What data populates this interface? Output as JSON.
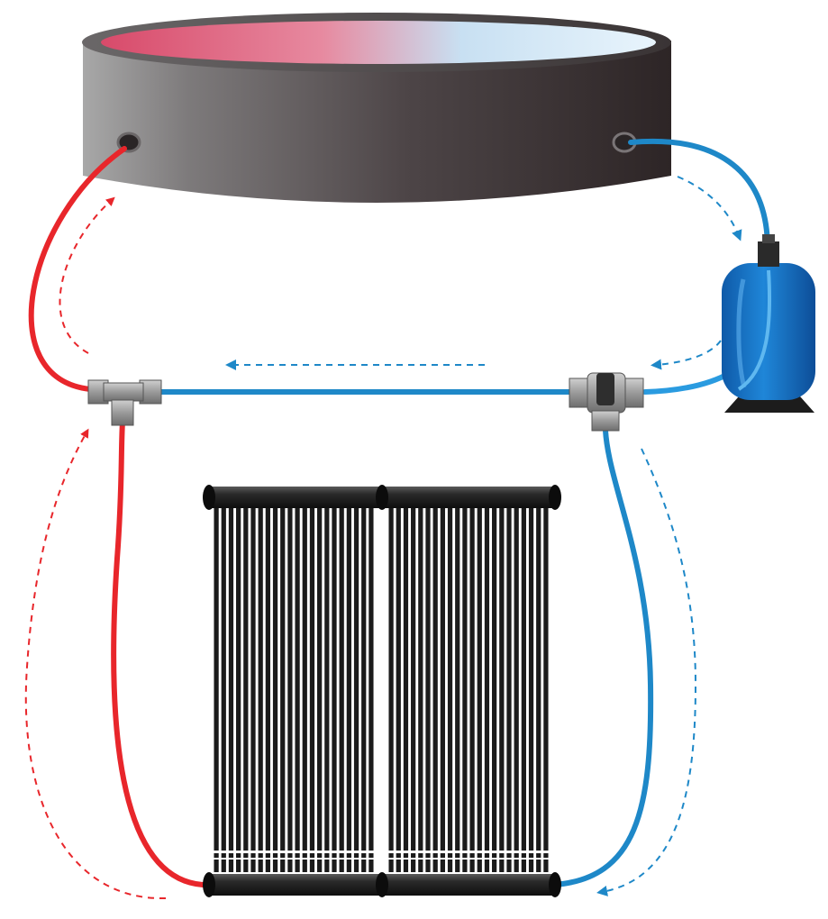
{
  "diagram": {
    "components": [
      {
        "id": "pool",
        "label": ""
      },
      {
        "id": "filter-pump",
        "label": ""
      },
      {
        "id": "three-way-valve",
        "label": ""
      },
      {
        "id": "tee-fitting",
        "label": ""
      },
      {
        "id": "solar-panel-left",
        "label": ""
      },
      {
        "id": "solar-panel-right",
        "label": ""
      }
    ],
    "flows": [
      {
        "from": "pool",
        "to": "filter-pump",
        "kind": "cold"
      },
      {
        "from": "filter-pump",
        "to": "three-way-valve",
        "kind": "cold"
      },
      {
        "from": "three-way-valve",
        "to": "tee-fitting",
        "kind": "cold-bypass"
      },
      {
        "from": "three-way-valve",
        "to": "solar-panel-right",
        "kind": "cold"
      },
      {
        "from": "solar-panel-left",
        "to": "tee-fitting",
        "kind": "hot"
      },
      {
        "from": "tee-fitting",
        "to": "pool",
        "kind": "hot"
      }
    ],
    "panel": {
      "tube_count": 22
    },
    "colors": {
      "hot": "#e8262b",
      "cold": "#1e88c8",
      "pool_body": "#3a3335",
      "filter_tank": "#1a78c8",
      "fitting": "#a9a9a9",
      "panel_tube": "#1b1b1b"
    }
  }
}
